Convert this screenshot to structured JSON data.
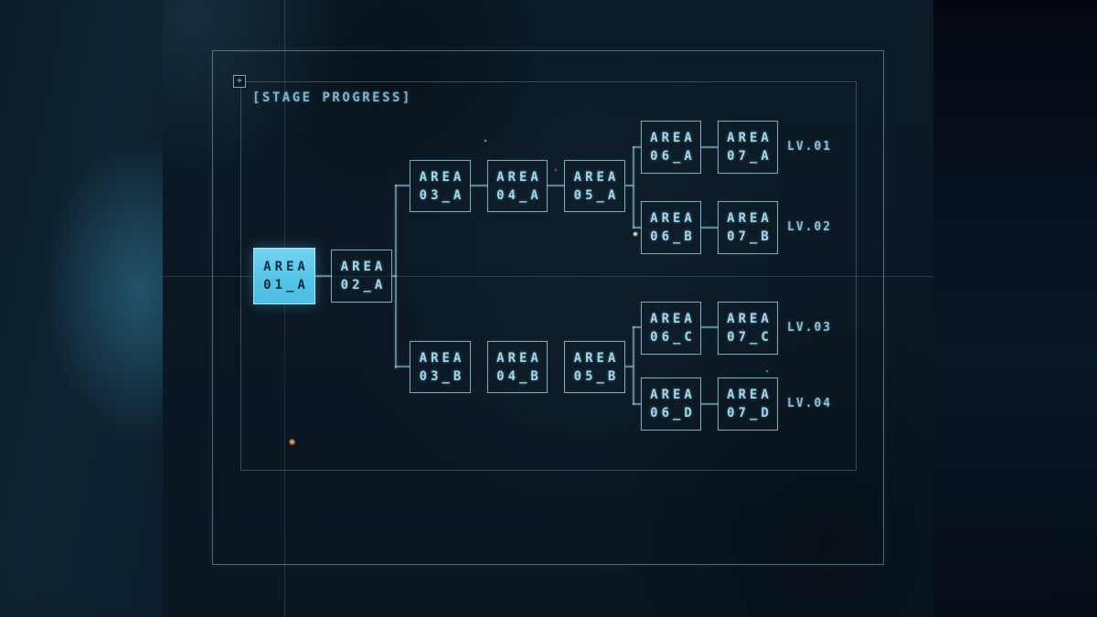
{
  "screen": {
    "title": "[STAGE PROGRESS]"
  },
  "icons": {
    "corner_marker_glyph": "+"
  },
  "nodes": [
    {
      "id": "area-01-a",
      "top": "AREA",
      "bottom": "01_A",
      "selected": true
    },
    {
      "id": "area-02-a",
      "top": "AREA",
      "bottom": "02_A",
      "selected": false
    },
    {
      "id": "area-03-a",
      "top": "AREA",
      "bottom": "03_A",
      "selected": false
    },
    {
      "id": "area-04-a",
      "top": "AREA",
      "bottom": "04_A",
      "selected": false
    },
    {
      "id": "area-05-a",
      "top": "AREA",
      "bottom": "05_A",
      "selected": false
    },
    {
      "id": "area-06-a",
      "top": "AREA",
      "bottom": "06_A",
      "selected": false
    },
    {
      "id": "area-07-a",
      "top": "AREA",
      "bottom": "07_A",
      "selected": false
    },
    {
      "id": "area-06-b",
      "top": "AREA",
      "bottom": "06_B",
      "selected": false
    },
    {
      "id": "area-07-b",
      "top": "AREA",
      "bottom": "07_B",
      "selected": false
    },
    {
      "id": "area-03-b",
      "top": "AREA",
      "bottom": "03_B",
      "selected": false
    },
    {
      "id": "area-04-b",
      "top": "AREA",
      "bottom": "04_B",
      "selected": false
    },
    {
      "id": "area-05-b",
      "top": "AREA",
      "bottom": "05_B",
      "selected": false
    },
    {
      "id": "area-06-c",
      "top": "AREA",
      "bottom": "06_C",
      "selected": false
    },
    {
      "id": "area-07-c",
      "top": "AREA",
      "bottom": "07_C",
      "selected": false
    },
    {
      "id": "area-06-d",
      "top": "AREA",
      "bottom": "06_D",
      "selected": false
    },
    {
      "id": "area-07-d",
      "top": "AREA",
      "bottom": "07_D",
      "selected": false
    }
  ],
  "levels": [
    {
      "label": "LV.01"
    },
    {
      "label": "LV.02"
    },
    {
      "label": "LV.03"
    },
    {
      "label": "LV.04"
    }
  ],
  "colors": {
    "selected_fill": "#55c4e7",
    "selected_text": "#0d2b41",
    "node_line": "#98cbe0",
    "frame_line": "#7eb0c8",
    "title_text": "#7fb2c9",
    "particle_amber": "#eb9f52"
  }
}
